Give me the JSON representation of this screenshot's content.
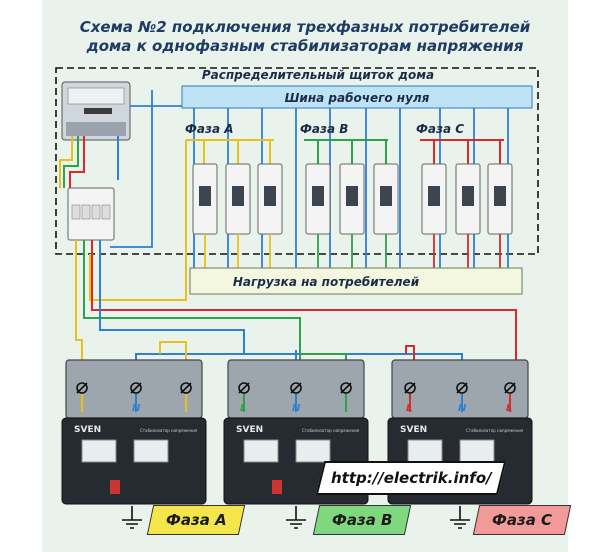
{
  "title_line1": "Схема №2 подключения трехфазных потребителей",
  "title_line2": "дома к однофазным стабилизаторам напряжения",
  "panel_label": "Распределительный щиток дома",
  "neutral_bus_label": "Шина рабочего нуля",
  "load_label": "Нагрузка на потребителей",
  "phase_a_label": "Фаза А",
  "phase_b_label": "Фаза В",
  "phase_c_label": "Фаза С",
  "brand": "SVEN",
  "stabilizer_caption": "Стабилизатор напряжения",
  "terminal_n": "N",
  "terminal_l": "L",
  "watermark": "http://electrik.info/",
  "tag_a": "Фаза А",
  "tag_b": "Фаза В",
  "tag_c": "Фаза С",
  "colors": {
    "phase_a": "#e8c21a",
    "phase_b": "#2ea24a",
    "phase_c": "#d92a2a",
    "neutral": "#2f7fd3",
    "bus": "#bfe3f6",
    "load": "#f4f7df"
  }
}
